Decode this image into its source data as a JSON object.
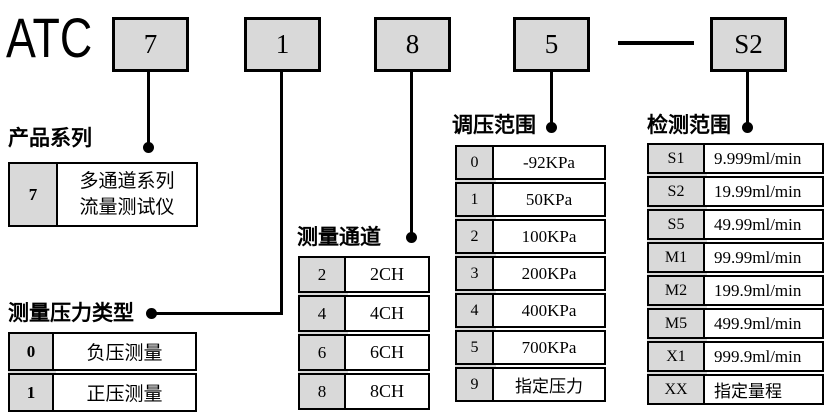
{
  "model_code": {
    "prefix": "ATC",
    "segments": [
      "7",
      "1",
      "8",
      "5",
      "S2"
    ],
    "separator": "-"
  },
  "sections": [
    {
      "title": "产品系列",
      "rows": [
        {
          "key": "7",
          "value": "多通道系列\n流量测试仪"
        }
      ]
    },
    {
      "title": "测量压力类型",
      "rows": [
        {
          "key": "0",
          "value": "负压测量"
        },
        {
          "key": "1",
          "value": "正压测量"
        }
      ]
    },
    {
      "title": "测量通道",
      "rows": [
        {
          "key": "2",
          "value": "2CH"
        },
        {
          "key": "4",
          "value": "4CH"
        },
        {
          "key": "6",
          "value": "6CH"
        },
        {
          "key": "8",
          "value": "8CH"
        }
      ]
    },
    {
      "title": "调压范围",
      "rows": [
        {
          "key": "0",
          "value": "-92KPa"
        },
        {
          "key": "1",
          "value": "50KPa"
        },
        {
          "key": "2",
          "value": "100KPa"
        },
        {
          "key": "3",
          "value": "200KPa"
        },
        {
          "key": "4",
          "value": "400KPa"
        },
        {
          "key": "5",
          "value": "700KPa"
        },
        {
          "key": "9",
          "value": "指定压力"
        }
      ]
    },
    {
      "title": "检测范围",
      "rows": [
        {
          "key": "S1",
          "value": "9.999ml/min"
        },
        {
          "key": "S2",
          "value": "19.99ml/min"
        },
        {
          "key": "S5",
          "value": "49.99ml/min"
        },
        {
          "key": "M1",
          "value": "99.99ml/min"
        },
        {
          "key": "M2",
          "value": "199.9ml/min"
        },
        {
          "key": "M5",
          "value": "499.9ml/min"
        },
        {
          "key": "X1",
          "value": "999.9ml/min"
        },
        {
          "key": "XX",
          "value": "指定量程"
        }
      ]
    }
  ],
  "colors": {
    "box_fill": "#d9d9d9",
    "key_cell_fill": "#d9d9d9",
    "line": "#000000",
    "background": "#ffffff"
  }
}
